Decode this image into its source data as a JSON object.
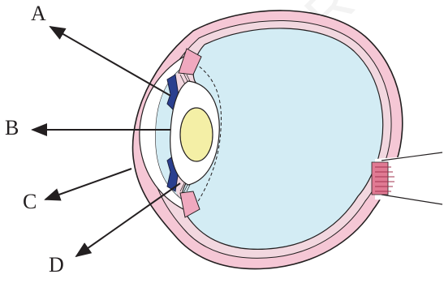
{
  "diagram": {
    "labels": [
      {
        "id": "a",
        "text": "A"
      },
      {
        "id": "b",
        "text": "B"
      },
      {
        "id": "c",
        "text": "C"
      },
      {
        "id": "d",
        "text": "D"
      }
    ],
    "watermark": "© NCERT not to be republished",
    "colors": {
      "vitreous": "#d3ecf4",
      "sclera": "#f5c7d5",
      "outline": "#231f20",
      "lens": "#f4efa6",
      "iris": "#2a3f8f",
      "optic_nerve": "#e07a93",
      "watermark": "#e8e8e8"
    }
  }
}
